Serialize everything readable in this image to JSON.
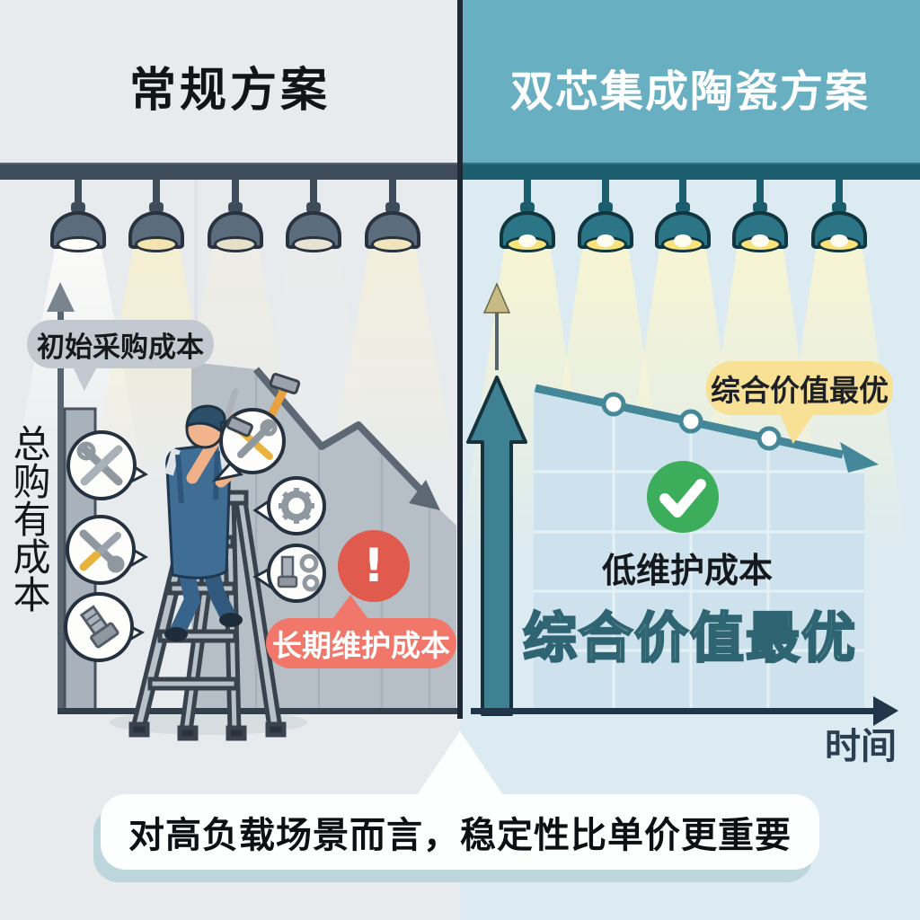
{
  "left_panel": {
    "title": "常规方案",
    "y_axis_label": "总购有成本",
    "initial_cost_bubble": "初始采购成本",
    "warning_mark": "!",
    "warning_label": "长期维护成本",
    "icons": [
      "lamp-icon",
      "up-arrow-axis-icon",
      "crossed-tools-icon",
      "wrench-screwdriver-icon",
      "bolt-icon",
      "hammer-wrench-icon",
      "gear-icon",
      "bolt-gears-icon",
      "warning-exclamation-icon",
      "worker-on-ladder-illustration",
      "declining-jagged-arrow-icon"
    ]
  },
  "right_panel": {
    "title": "双芯集成陶瓷方案",
    "value_bubble": "综合价值最优",
    "low_maintenance_label": "低维护成本",
    "value_outline_text": "综合价值最优",
    "x_axis_label": "时间",
    "icons": [
      "lamp-icon",
      "big-up-arrow-icon",
      "thin-up-arrow-icon",
      "check-icon",
      "gentle-decline-line-icon"
    ]
  },
  "caption": "对高负载场景而言，稳定性比单价更重要",
  "colors": {
    "left_bg": "#e8ebee",
    "right_bg": "#dcebf1",
    "right_header": "#68afc1",
    "rail_left": "#3f4d5b",
    "rail_right": "#1c5e6e",
    "accent_teal": "#3e8193",
    "warning_red": "#e05a4d",
    "warning_box_red": "#f0776a",
    "highlight_yellow": "#f8e095",
    "success_green": "#3cae5b",
    "gray_area": "#b6bec6"
  },
  "chart_data": [
    {
      "type": "area",
      "panel": "left",
      "title": "常规方案",
      "ylabel": "总购有成本",
      "xlabel": "",
      "series": [
        {
          "name": "长期维护成本",
          "trend": "steep jagged decline",
          "values_estimated": [
            100,
            72,
            80,
            55,
            48
          ]
        }
      ],
      "annotations": [
        "初始采购成本",
        "长期维护成本",
        "!"
      ]
    },
    {
      "type": "line",
      "panel": "right",
      "title": "双芯集成陶瓷方案",
      "ylabel": "",
      "xlabel": "时间",
      "series": [
        {
          "name": "综合价值",
          "trend": "gentle decline",
          "values_estimated": [
            100,
            95,
            90,
            86,
            82
          ]
        }
      ],
      "annotations": [
        "综合价值最优",
        "低维护成本",
        "✓"
      ]
    }
  ]
}
